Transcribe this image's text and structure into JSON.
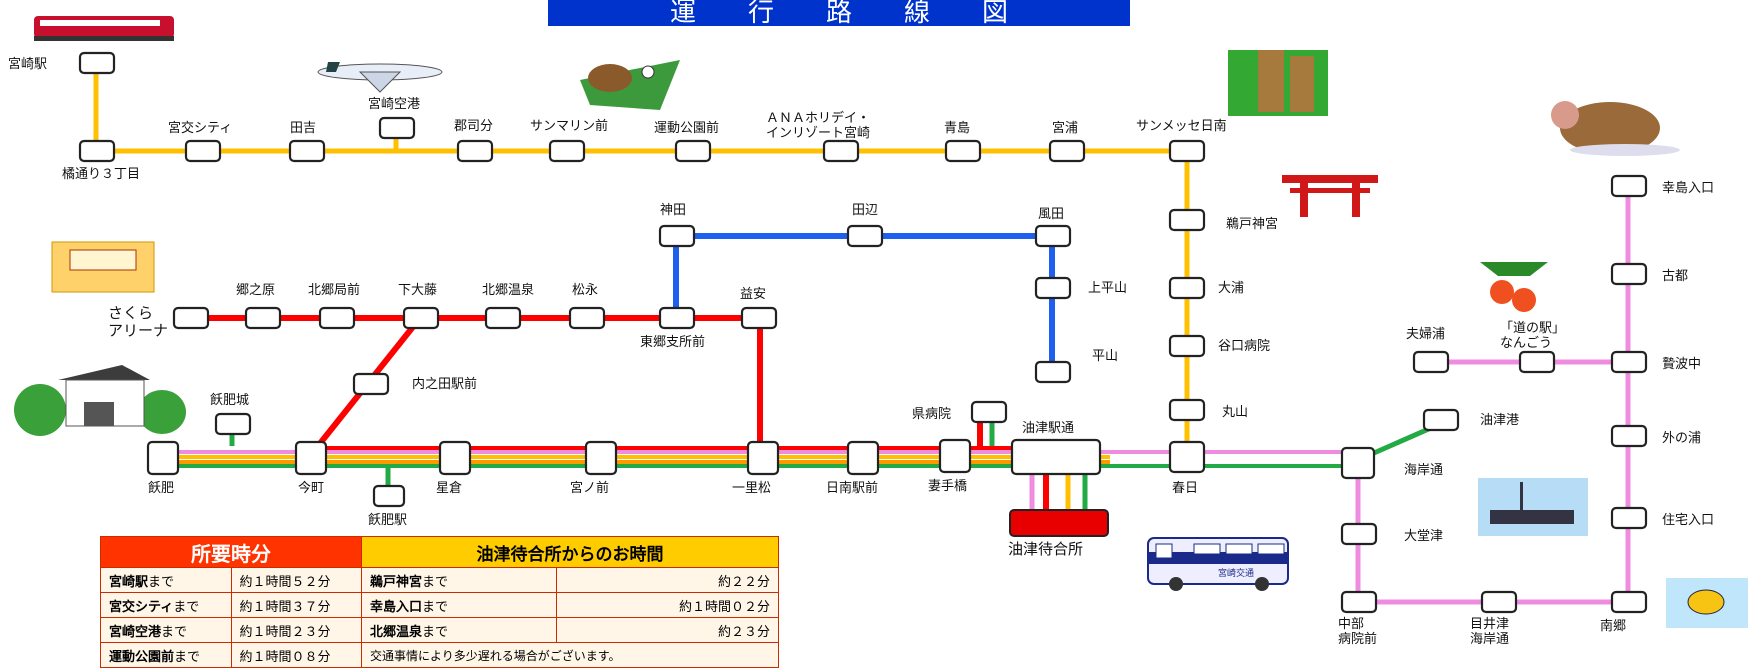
{
  "title": "運　　行　　路　　線　　図",
  "colors": {
    "title_bg": "#0033cc",
    "yellow": "#ffc000",
    "blue": "#1f5ff0",
    "red": "#ff0000",
    "green": "#22aa44",
    "pink": "#f08ce0",
    "orange": "#ff9900"
  },
  "stations": {
    "miyazaki_eki": "宮崎駅",
    "tachibana": "橘通り３丁目",
    "miyako_city": "宮交シティ",
    "tayoshi": "田吉",
    "miyazaki_kuko": "宮崎空港",
    "koribun": "郡司分",
    "sunmarine": "サンマリン前",
    "undo": "運動公園前",
    "ana": "ＡＮＡホリデイ・\nインリゾート宮崎",
    "aoshima": "青島",
    "miyaura": "宮浦",
    "sunmesse": "サンメッセ日南",
    "udo": "鵜戸神宮",
    "oura": "大浦",
    "taniguchi": "谷口病院",
    "maruyama": "丸山",
    "kasuga": "春日",
    "kanda": "神田",
    "tanabe": "田辺",
    "kazeda": "風田",
    "kamihirayama": "上平山",
    "hirayama": "平山",
    "sakura": "さくら\nアリーナ",
    "gonohara": "郷之原",
    "hokugo": "北郷局前",
    "shimoofuji": "下大藤",
    "hokugo_onsen": "北郷温泉",
    "matsunaga": "松永",
    "togo": "東郷支所前",
    "ekiyasu": "益安",
    "uchinoda": "内之田駅前",
    "obijo": "飫肥城",
    "obi": "飫肥",
    "imamachi": "今町",
    "obi_eki": "飫肥駅",
    "hoshikura": "星倉",
    "miyanomae": "宮ノ前",
    "ichirimatsu": "一里松",
    "nichinan_eki": "日南駅前",
    "tsumate": "妻手橋",
    "kenbyoin": "県病院",
    "aburatsu_dori": "油津駅通",
    "aburatsu_machiai": "油津待合所",
    "aburatsu_ko": "油津港",
    "kaigan_dori": "海岸通",
    "daidotsu": "大堂津",
    "chubu_byoin": "中部\n病院前",
    "meitsu": "目井津\n海岸通",
    "nango": "南郷",
    "jutaku": "住宅入口",
    "sotonoura": "外の浦",
    "enami": "贄波中",
    "michinoeki": "「道の駅」\nなんごう",
    "meotoura": "夫婦浦",
    "furusato": "古都",
    "kojima": "幸島入口"
  },
  "bus_label": "宮崎交通",
  "table": {
    "header_left": "所要時分",
    "header_right": "油津待合所からのお時間",
    "rows": [
      {
        "d1b": "宮崎駅",
        "d1": "まで",
        "t1": "約１時間５２分",
        "d2b": "鵜戸神宮",
        "d2": "まで",
        "t2": "約２２分"
      },
      {
        "d1b": "宮交シティ",
        "d1": "まで",
        "t1": "約１時間３７分",
        "d2b": "幸島入口",
        "d2": "まで",
        "t2": "約１時間０２分"
      },
      {
        "d1b": "宮崎空港",
        "d1": "まで",
        "t1": "約１時間２３分",
        "d2b": "北郷温泉",
        "d2": "まで",
        "t2": "約２３分"
      },
      {
        "d1b": "運動公園前",
        "d1": "まで",
        "t1": "約１時間０８分",
        "note": "交通事情により多少遅れる場合がございます。"
      }
    ]
  }
}
